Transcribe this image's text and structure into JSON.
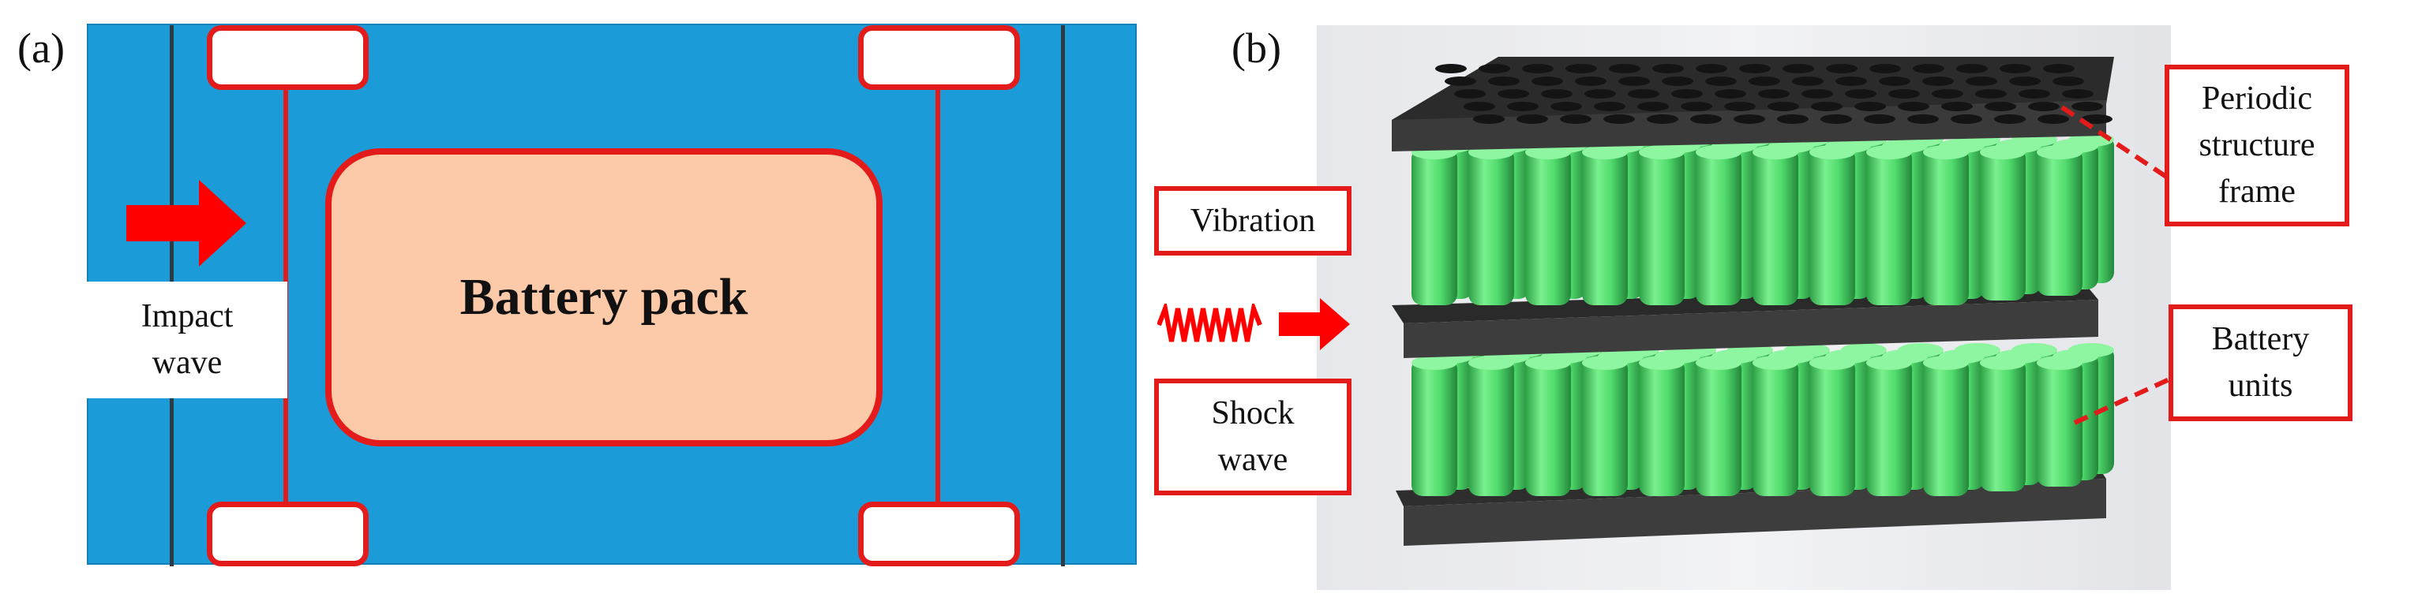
{
  "panel_a": {
    "label": "(a)",
    "battery_pack_label": "Battery pack",
    "impact_wave_label": "Impact\nwave",
    "colors": {
      "background": "#1b9bd8",
      "pack_fill": "#fcc9a9",
      "accent": "#e31b1b"
    }
  },
  "panel_b": {
    "label": "(b)",
    "vibration_label": "Vibration",
    "shock_wave_label": "Shock\nwave",
    "frame_label": "Periodic\nstructure\nframe",
    "units_label": "Battery\nunits",
    "colors": {
      "cell": "#4fd96b",
      "plate": "#3a3a3a",
      "accent": "#e31b1b"
    }
  }
}
